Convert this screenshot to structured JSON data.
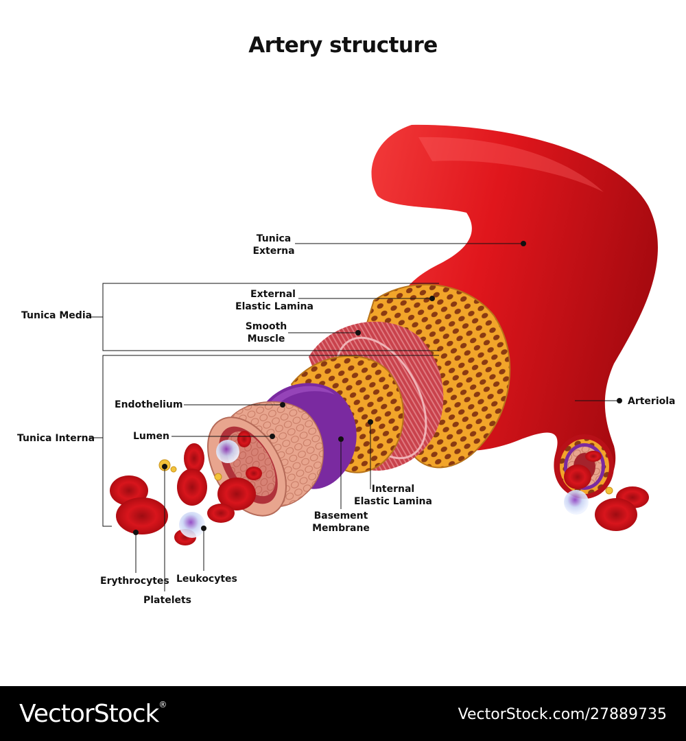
{
  "title": "Artery structure",
  "labels": {
    "tunica_externa": [
      "Tunica",
      "Externa"
    ],
    "tunica_media": "Tunica Media",
    "external_elastic_lamina": [
      "External",
      "Elastic Lamina"
    ],
    "smooth_muscle": [
      "Smooth",
      "Muscle"
    ],
    "tunica_interna": "Tunica Interna",
    "endothelium": "Endothelium",
    "lumen": "Lumen",
    "internal_elastic_lamina": [
      "Internal",
      "Elastic Lamina"
    ],
    "basement_membrane": [
      "Basement",
      "Membrane"
    ],
    "arteriola": "Arteriola",
    "erythrocytes": "Erythrocytes",
    "leukocytes": "Leukocytes",
    "platelets": "Platelets"
  },
  "footer": {
    "brand": "VectorStock",
    "registered": "®",
    "url": "VectorStock.com/27889735"
  },
  "colors": {
    "artery_red": "#e0161c",
    "elastic_lamina": "#f2a52a",
    "basement_membrane": "#7a2aa0",
    "endothelium": "#e8a58e",
    "smooth_muscle": "#c9424c"
  }
}
